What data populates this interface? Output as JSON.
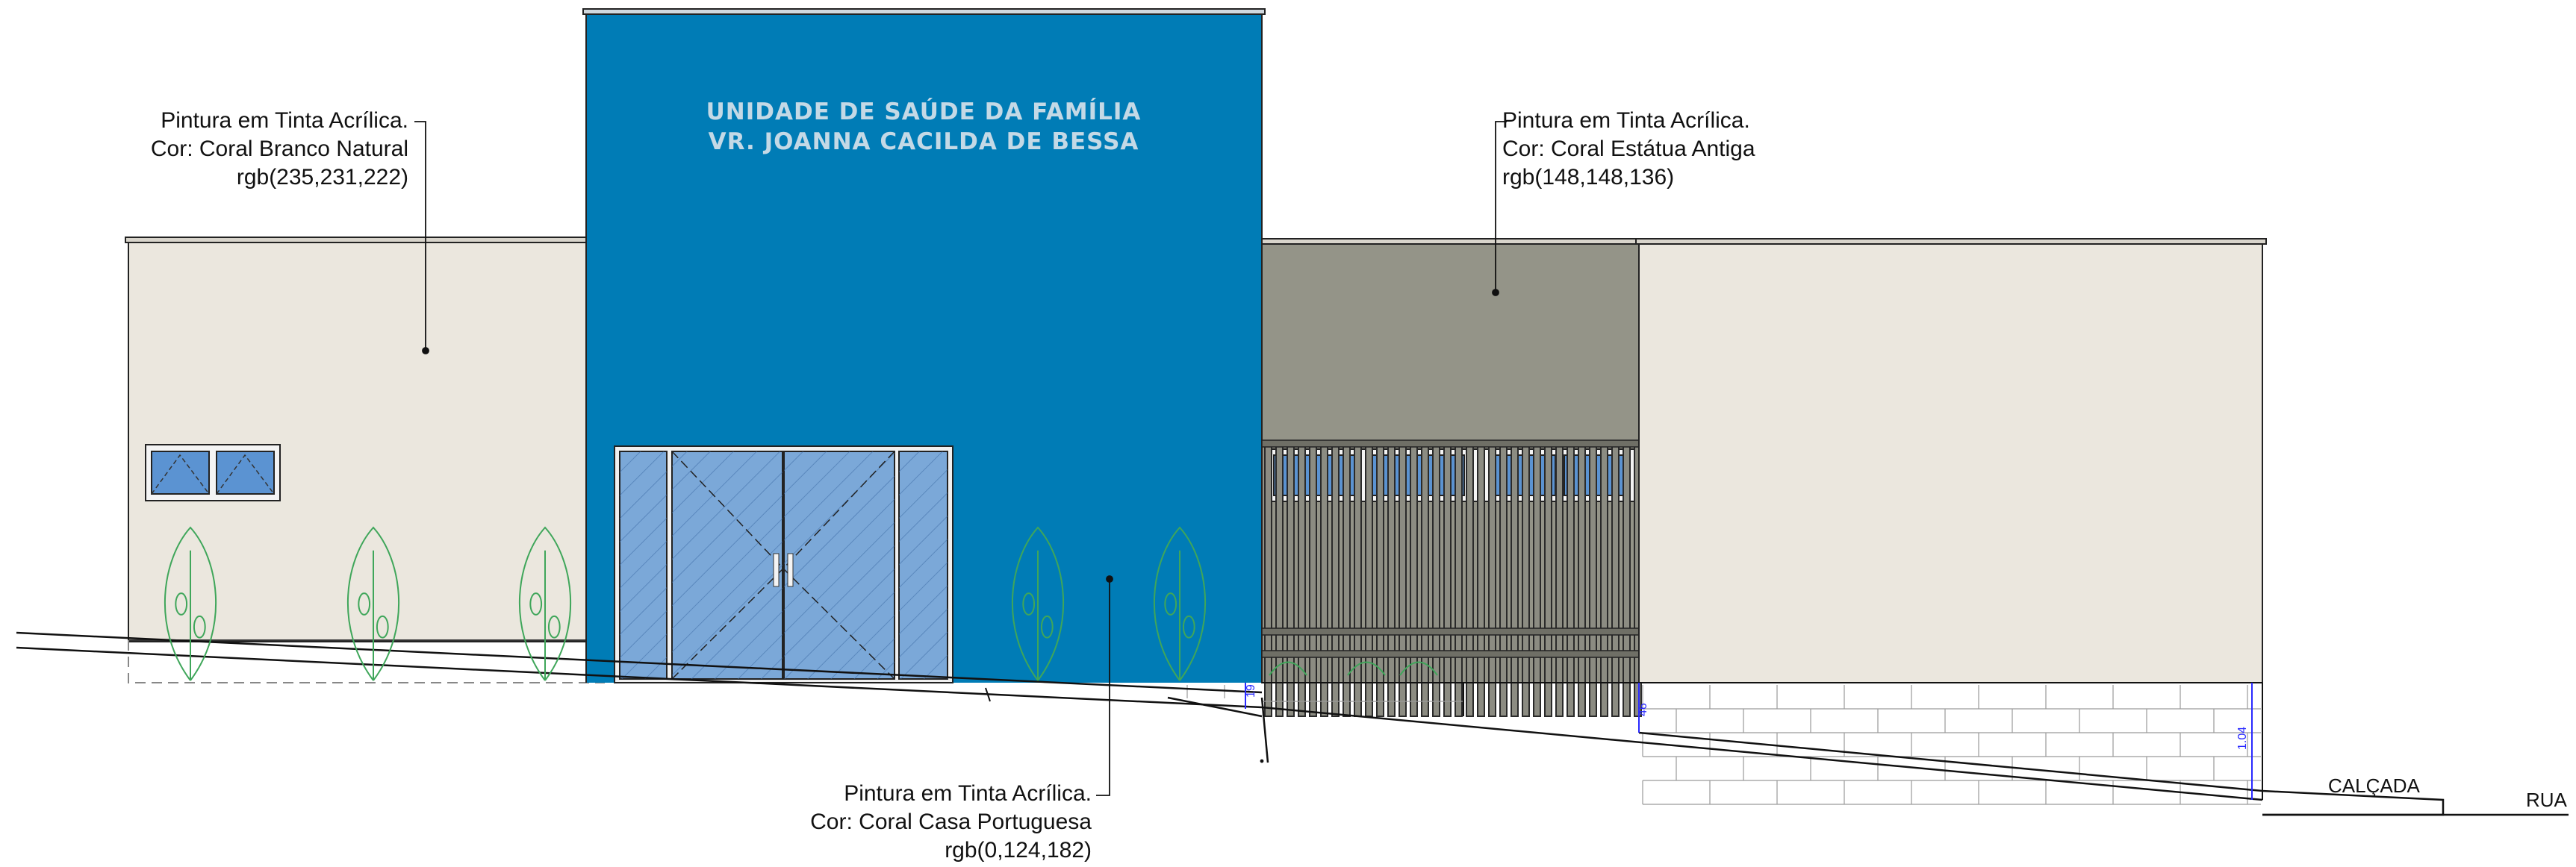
{
  "signage": {
    "line1": "UNIDADE DE SAÚDE DA FAMÍLIA",
    "line2": "VR. JOANNA CACILDA DE BESSA"
  },
  "notes": [
    {
      "line1": "Pintura em Tinta Acrílica.",
      "line2": "Cor: Coral Branco Natural",
      "line3": "rgb(235,231,222)"
    },
    {
      "line1": "Pintura em Tinta Acrílica.",
      "line2": "Cor: Coral Estátua Antiga",
      "line3": "rgb(148,148,136)"
    },
    {
      "line1": "Pintura em Tinta Acrílica.",
      "line2": "Cor: Coral Casa Portuguesa",
      "line3": "rgb(0,124,182)"
    }
  ],
  "labels": {
    "sidewalk": "CALÇADA",
    "street": "RUA"
  },
  "dimensions": {
    "d1": "19",
    "d2": "46",
    "d3": "1.04"
  },
  "colors": {
    "branco_natural": "#ebe7de",
    "estatua_antiga": "#949488",
    "casa_portuguesa": "#007cb6",
    "glass": "#7ba8d8",
    "plant_stroke": "#3fa65a",
    "dimension": "#2a2aff"
  }
}
